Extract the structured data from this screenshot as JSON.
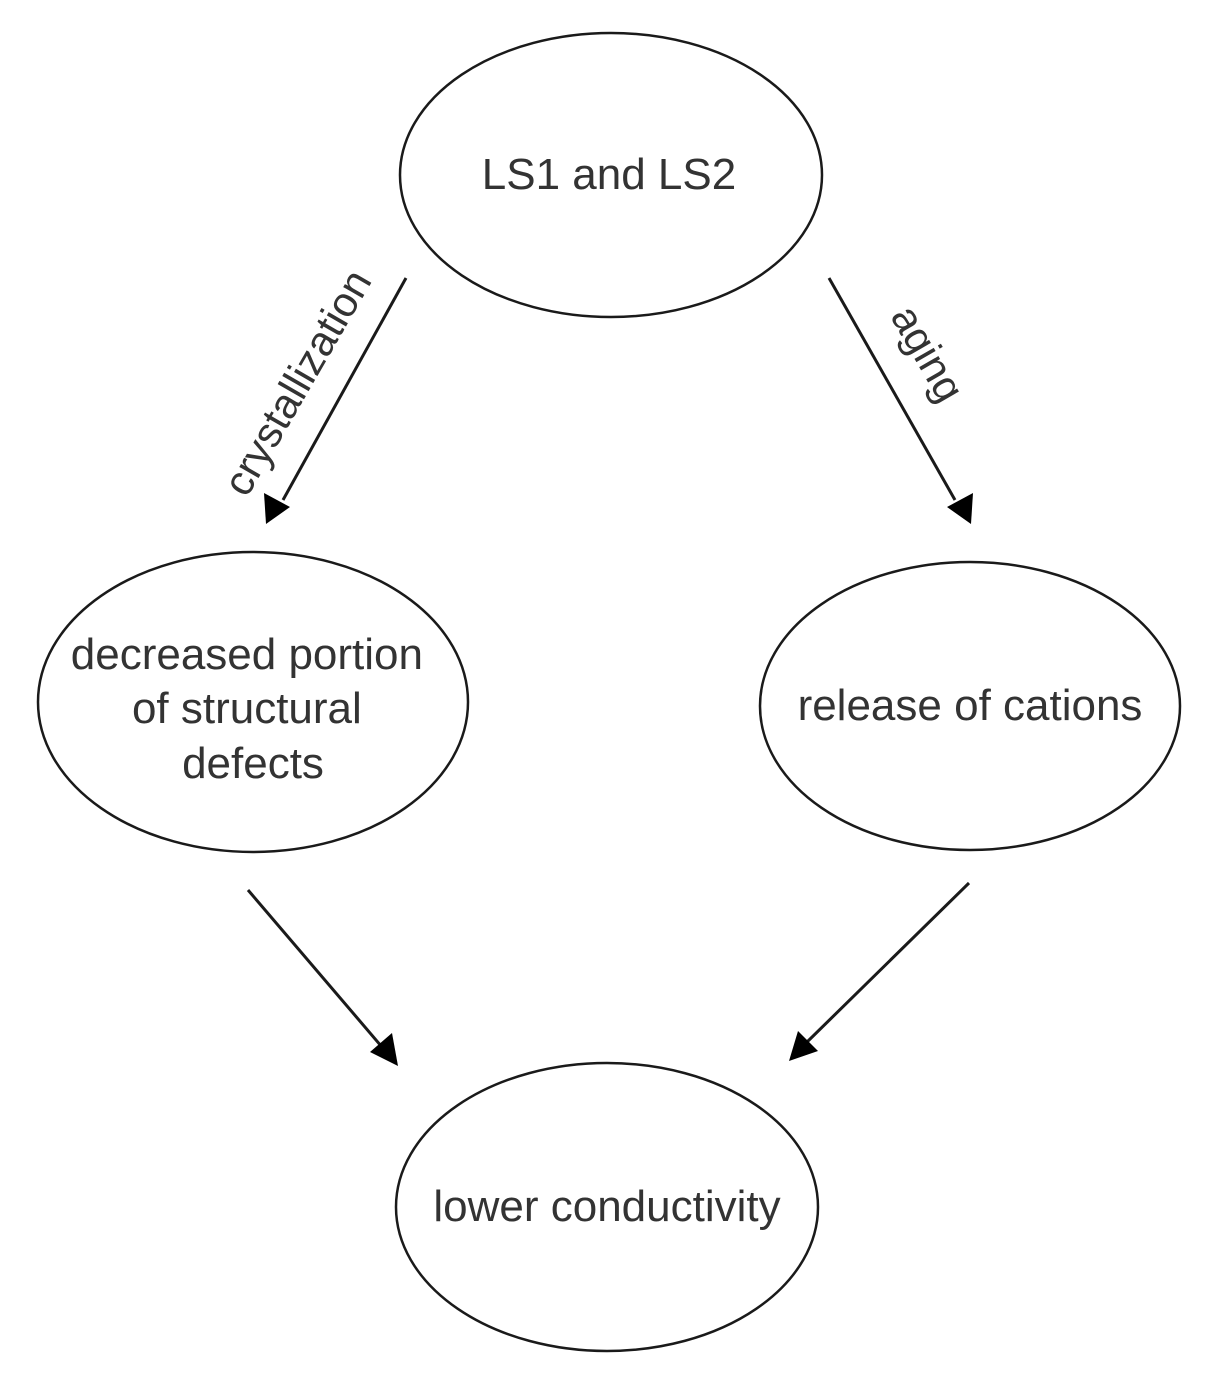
{
  "diagram": {
    "nodes": {
      "top": {
        "lines": [
          "LS1 and LS2"
        ]
      },
      "left": {
        "lines": [
          "decreased portion",
          "of structural",
          "defects"
        ]
      },
      "right": {
        "lines": [
          "release of cations"
        ]
      },
      "bottom": {
        "lines": [
          "lower conductivity"
        ]
      }
    },
    "edges": {
      "top_to_left": {
        "label": "crystallization"
      },
      "top_to_right": {
        "label": "aging"
      },
      "left_to_bottom": {
        "label": ""
      },
      "right_to_bottom": {
        "label": ""
      }
    },
    "colors": {
      "stroke": "#1a1a1a",
      "text": "#333333",
      "background": "#ffffff"
    }
  }
}
